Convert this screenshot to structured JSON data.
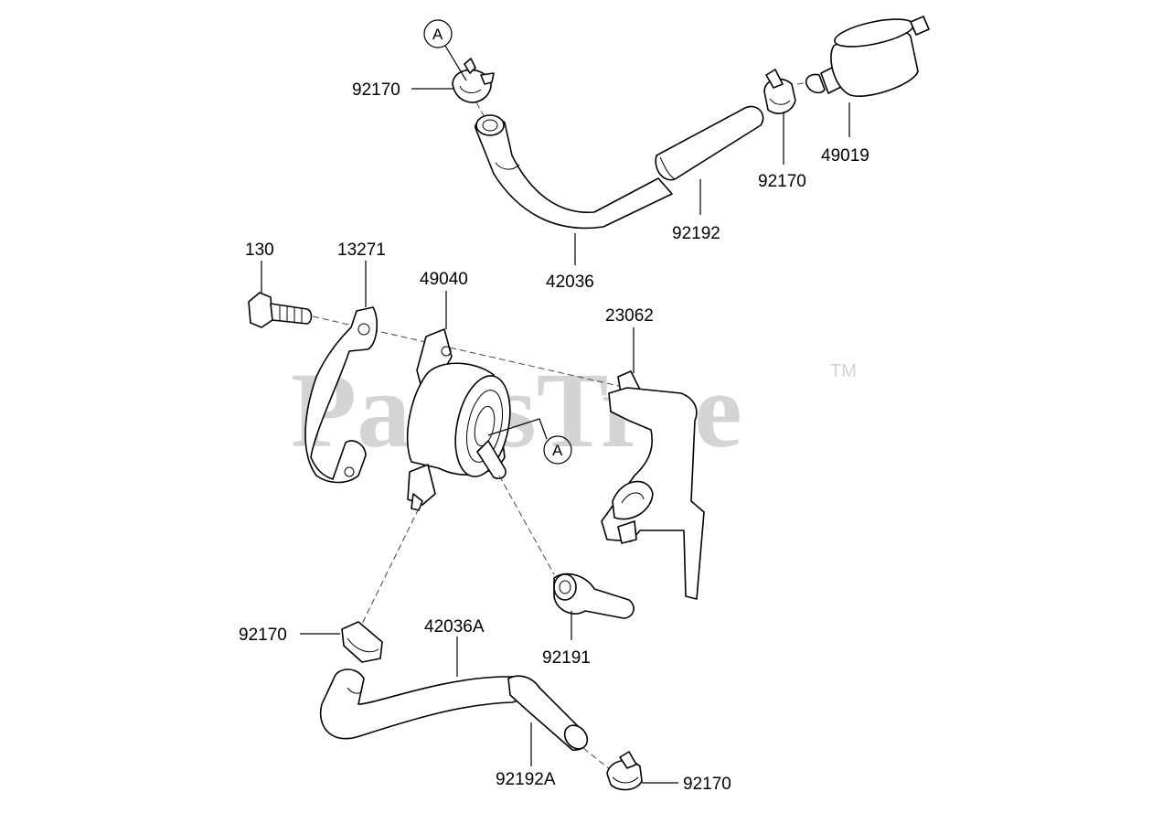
{
  "watermark": {
    "text": "PartsTree",
    "tm": "TM"
  },
  "callouts": [
    {
      "id": "callout-a-top",
      "letter": "A"
    },
    {
      "id": "callout-a-mid",
      "letter": "A"
    }
  ],
  "parts": [
    {
      "id": "clamp-92170-top",
      "number": "92170",
      "name": "clamp"
    },
    {
      "id": "clamp-92170-filter",
      "number": "92170",
      "name": "clamp"
    },
    {
      "id": "fuel-filter",
      "number": "49019",
      "name": "fuel-filter"
    },
    {
      "id": "hose-42036",
      "number": "42036",
      "name": "fuel-hose"
    },
    {
      "id": "hose-92192",
      "number": "92192",
      "name": "hose-sleeve"
    },
    {
      "id": "bolt-130",
      "number": "130",
      "name": "bolt"
    },
    {
      "id": "gasket-13271",
      "number": "13271",
      "name": "plate"
    },
    {
      "id": "fuel-pump",
      "number": "49040",
      "name": "fuel-pump"
    },
    {
      "id": "bracket-23062",
      "number": "23062",
      "name": "bracket"
    },
    {
      "id": "cap-92191",
      "number": "92191",
      "name": "cap"
    },
    {
      "id": "clamp-92170-lower",
      "number": "92170",
      "name": "clamp"
    },
    {
      "id": "hose-42036a",
      "number": "42036A",
      "name": "fuel-hose"
    },
    {
      "id": "hose-92192a",
      "number": "92192A",
      "name": "hose-sleeve"
    },
    {
      "id": "clamp-92170-bottom",
      "number": "92170",
      "name": "clamp"
    }
  ]
}
